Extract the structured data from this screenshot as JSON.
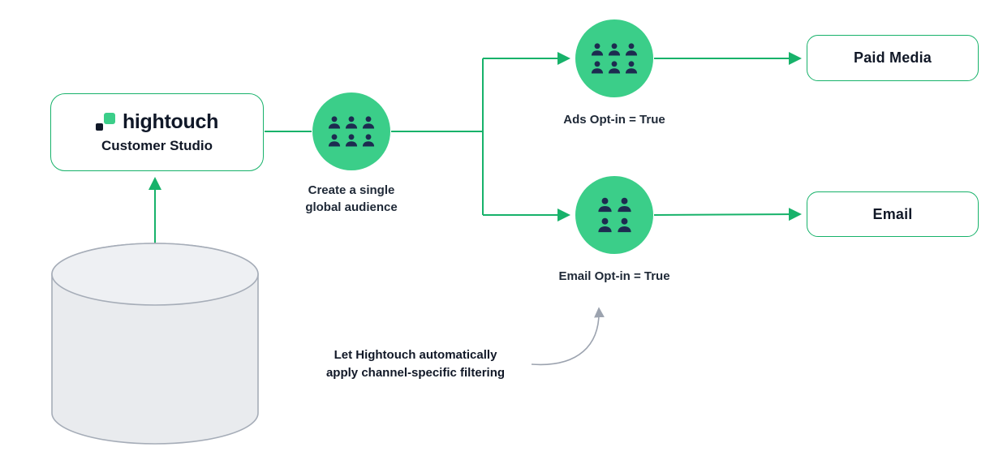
{
  "colors": {
    "line_green": "#17b26a",
    "circle_green": "#3bce89",
    "box_border_green": "#17b26a",
    "person_navy": "#1d2b50",
    "db_fill": "#e9ebee",
    "db_stroke": "#a6adb8",
    "annotation_arrow_gray": "#9ca3af",
    "text_dark": "#111827"
  },
  "nodes": {
    "hightouch": {
      "brand": "hightouch",
      "subtitle": "Customer Studio"
    },
    "global_audience": {
      "label_line1": "Create a single",
      "label_line2": "global audience"
    },
    "ads_optin": {
      "label": "Ads Opt-in = True"
    },
    "email_optin": {
      "label": "Email Opt-in = True"
    },
    "paid_media": {
      "label": "Paid Media"
    },
    "email": {
      "label": "Email"
    }
  },
  "annotation": {
    "line1": "Let Hightouch automatically",
    "line2": "apply channel-specific filtering"
  }
}
